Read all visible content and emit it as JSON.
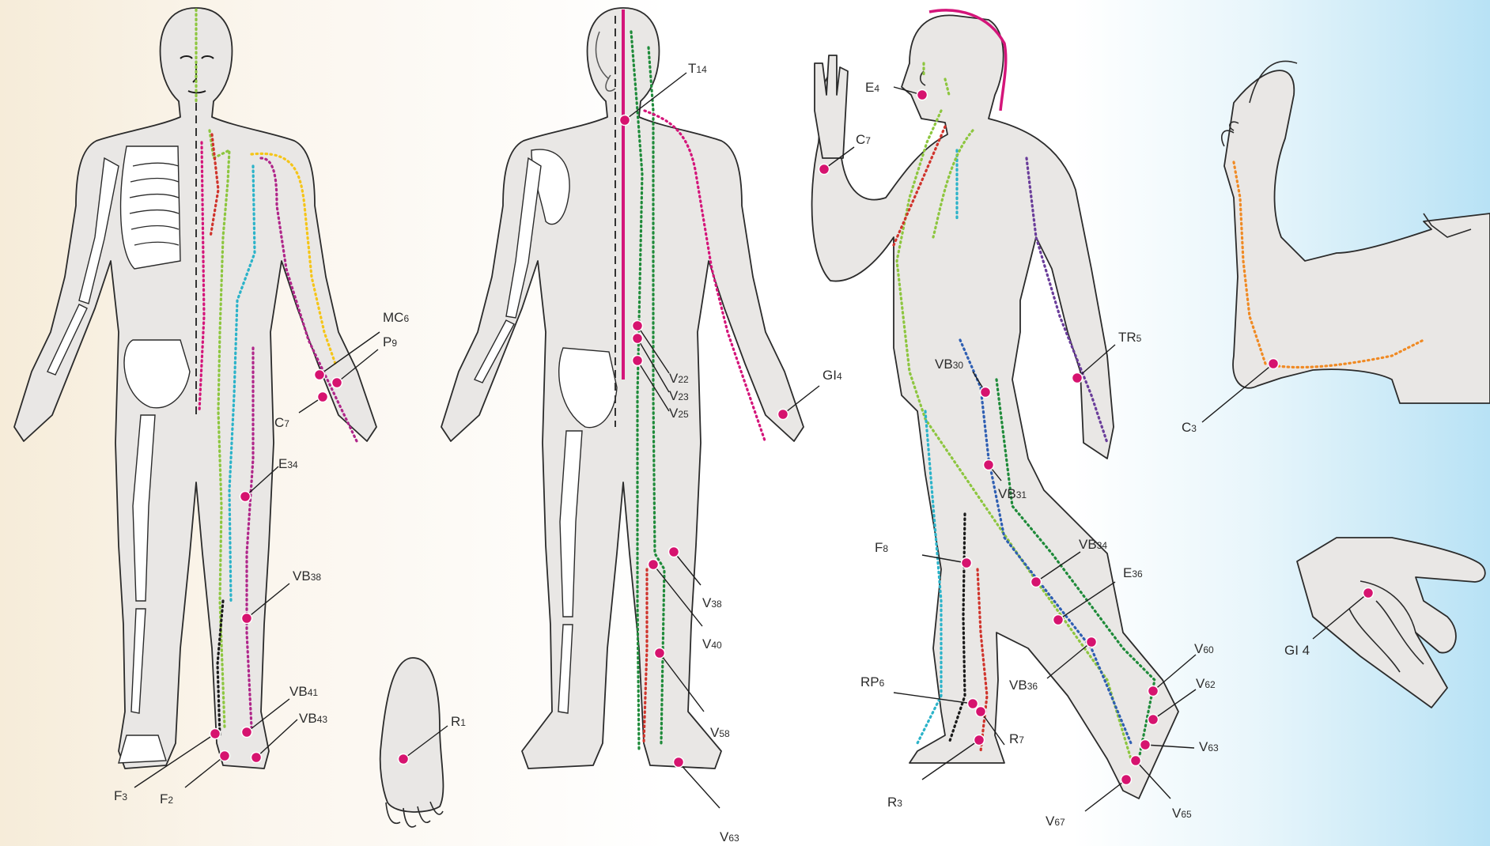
{
  "colors": {
    "point": "#d6136f",
    "body_fill": "#e9e7e5",
    "meridian_pink": "#d4157a",
    "meridian_green": "#1f8b3a",
    "meridian_lightgreen": "#8dc63f",
    "meridian_yellow": "#f5c518",
    "meridian_orange": "#f08a24",
    "meridian_red": "#d0342c",
    "meridian_cyan": "#2bb3c9",
    "meridian_blue": "#2f5fb3",
    "meridian_purple": "#6a3d9a",
    "meridian_magenta": "#b0268a",
    "meridian_black": "#1a1a1a"
  },
  "figures": {
    "front": "front-view-figure",
    "back": "back-view-figure",
    "side": "side-view-figure",
    "sole": "foot-sole",
    "elbow": "elbow-inset",
    "hand": "hand-inset"
  },
  "points": [
    {
      "id": "mc6",
      "main": "MC",
      "sub": "6"
    },
    {
      "id": "p9",
      "main": "P",
      "sub": "9"
    },
    {
      "id": "c7_front",
      "main": "C",
      "sub": "7"
    },
    {
      "id": "e34",
      "main": "E",
      "sub": "34"
    },
    {
      "id": "vb38",
      "main": "VB",
      "sub": "38"
    },
    {
      "id": "vb41",
      "main": "VB",
      "sub": "41"
    },
    {
      "id": "vb43",
      "main": "VB",
      "sub": "43"
    },
    {
      "id": "f3",
      "main": "F",
      "sub": "3"
    },
    {
      "id": "f2",
      "main": "F",
      "sub": "2"
    },
    {
      "id": "r1",
      "main": "R",
      "sub": "1"
    },
    {
      "id": "t14",
      "main": "T",
      "sub": "14"
    },
    {
      "id": "v22",
      "main": "V",
      "sub": "22"
    },
    {
      "id": "v23",
      "main": "V",
      "sub": "23"
    },
    {
      "id": "v25",
      "main": "V",
      "sub": "25"
    },
    {
      "id": "gi4_back",
      "main": "GI",
      "sub": "4"
    },
    {
      "id": "v38",
      "main": "V",
      "sub": "38"
    },
    {
      "id": "v40",
      "main": "V",
      "sub": "40"
    },
    {
      "id": "v58",
      "main": "V",
      "sub": "58"
    },
    {
      "id": "v63_back",
      "main": "V",
      "sub": "63"
    },
    {
      "id": "e4",
      "main": "E",
      "sub": "4"
    },
    {
      "id": "c7_side",
      "main": "C",
      "sub": "7"
    },
    {
      "id": "tr5",
      "main": "TR",
      "sub": "5"
    },
    {
      "id": "vb30",
      "main": "VB",
      "sub": "30"
    },
    {
      "id": "vb31",
      "main": "VB",
      "sub": "31"
    },
    {
      "id": "f8",
      "main": "F",
      "sub": "8"
    },
    {
      "id": "vb34",
      "main": "VB",
      "sub": "34"
    },
    {
      "id": "e36",
      "main": "E",
      "sub": "36"
    },
    {
      "id": "vb36",
      "main": "VB",
      "sub": "36"
    },
    {
      "id": "rp6",
      "main": "RP",
      "sub": "6"
    },
    {
      "id": "r7",
      "main": "R",
      "sub": "7"
    },
    {
      "id": "r3",
      "main": "R",
      "sub": "3"
    },
    {
      "id": "v60",
      "main": "V",
      "sub": "60"
    },
    {
      "id": "v62",
      "main": "V",
      "sub": "62"
    },
    {
      "id": "v63_side",
      "main": "V",
      "sub": "63"
    },
    {
      "id": "v65",
      "main": "V",
      "sub": "65"
    },
    {
      "id": "v67",
      "main": "V",
      "sub": "67"
    },
    {
      "id": "c3",
      "main": "C",
      "sub": "3"
    },
    {
      "id": "gi4_hand",
      "main": "GI 4",
      "sub": ""
    }
  ]
}
